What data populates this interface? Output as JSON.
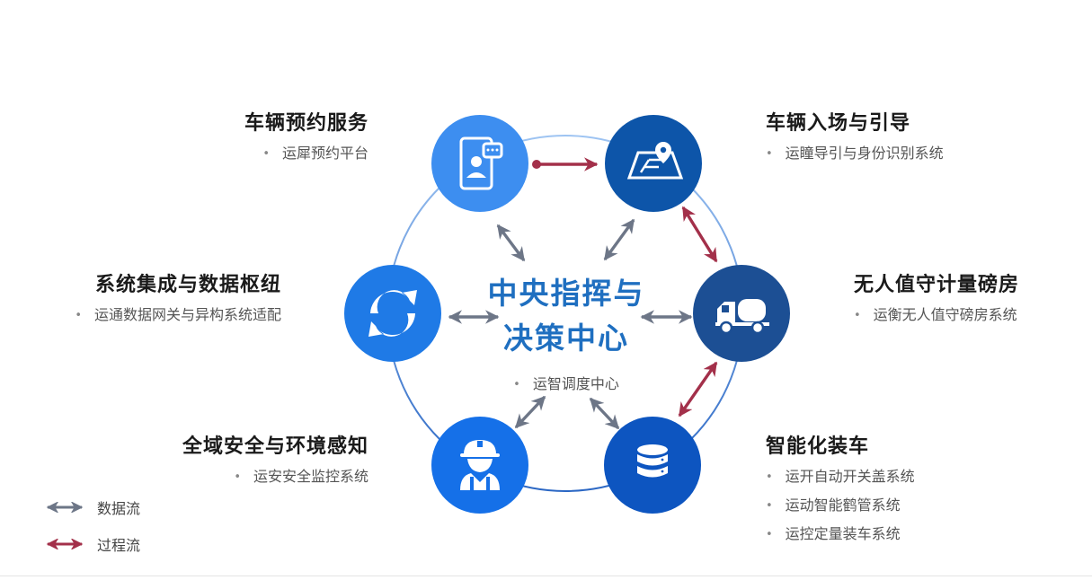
{
  "center": {
    "title_line1": "中央指挥与",
    "title_line2": "决策中心",
    "items": [
      "运智调度中心"
    ]
  },
  "nodes": {
    "reservation": {
      "title": "车辆预约服务",
      "items": [
        "运犀预约平台"
      ],
      "icon": "mobile-user-chat-icon",
      "color": "#3d8ef0"
    },
    "entry": {
      "title": "车辆入场与引导",
      "items": [
        "运瞳导引与身份识别系统"
      ],
      "icon": "map-pin-icon",
      "color": "#0d55a9"
    },
    "weighing": {
      "title": "无人值守计量磅房",
      "items": [
        "运衡无人值守磅房系统"
      ],
      "icon": "tanker-truck-icon",
      "color": "#1c4f94"
    },
    "loading": {
      "title": "智能化装车",
      "items": [
        "运开自动开关盖系统",
        "运动智能鹤管系统",
        "运控定量装车系统"
      ],
      "icon": "database-icon",
      "color": "#0d55c0"
    },
    "safety": {
      "title": "全域安全与环境感知",
      "items": [
        "运安安全监控系统"
      ],
      "icon": "hard-hat-worker-icon",
      "color": "#1570e8"
    },
    "integration": {
      "title": "系统集成与数据枢纽",
      "items": [
        "运通数据网关与异构系统适配"
      ],
      "icon": "sync-arrows-icon",
      "color": "#1f7ae6"
    }
  },
  "legend": {
    "data_flow": "数据流",
    "process_flow": "过程流"
  },
  "colors": {
    "data_arrow": "#6d7687",
    "process_arrow": "#a3304a",
    "center_text": "#1f6fc0"
  }
}
